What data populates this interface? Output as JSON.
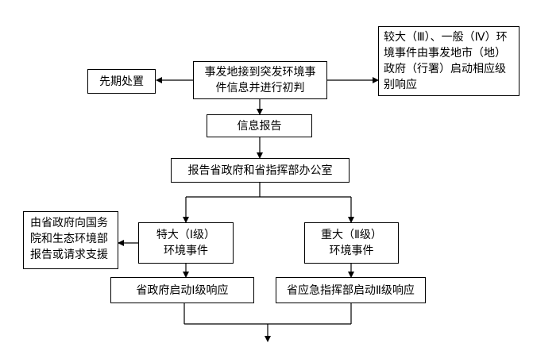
{
  "nodes": {
    "initial_disposal": "先期处置",
    "receive_report_line1": "事发地接到突发环境事",
    "receive_report_line2": "件信息并进行初判",
    "minor_response": "较大（Ⅲ）、一般（Ⅳ）环境事件由事发地市（地）政府（行署）启动相应级别响应",
    "info_report": "信息报告",
    "report_to_office": "报告省政府和省指挥部办公室",
    "state_council": "由省政府向国务院和生态环境部报告或请求支援",
    "level1_line1": "特大（Ⅰ级）",
    "level1_line2": "环境事件",
    "level2_line1": "重大（Ⅱ级）",
    "level2_line2": "环境事件",
    "level1_response": "省政府启动Ⅰ级响应",
    "level2_response": "省应急指挥部启动Ⅱ级响应"
  }
}
